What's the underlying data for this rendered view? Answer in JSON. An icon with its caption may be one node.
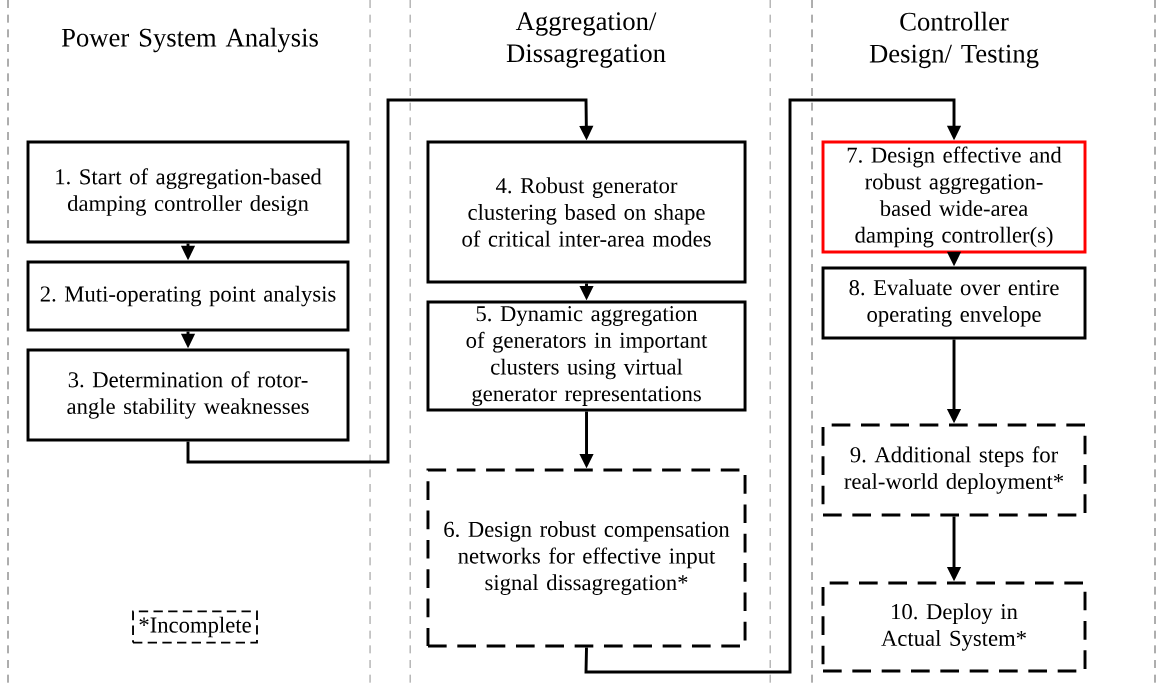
{
  "diagram": {
    "nodes": [
      {
        "text": [
          "1. Start of aggregation-based damping controller design"
        ]
      },
      {
        "text": [
          "2. Muti-operating point analysis"
        ]
      },
      {
        "text": [
          "3. Determination of rotor-angle stability weaknesses"
        ]
      },
      {
        "text": [
          "4. Robust generator clustering based on shape of critical inter-area modes"
        ]
      },
      {
        "text": [
          "5. Dynamic aggregation of generators in important clusters using virtual generator representations"
        ]
      },
      {
        "text": [
          "6. Design robust compensation networks for effective input signal dissagregation*"
        ]
      },
      {
        "text": [
          "7. Design effective and robust aggregation-based wide-area damping controller(s)"
        ]
      },
      {
        "text": [
          "8. Evaluate over entire operating envelope"
        ]
      },
      {
        "text": [
          "9. Additional steps for real-world deployment*"
        ]
      },
      {
        "text": [
          "10. Deploy in Actual System*"
        ]
      }
    ],
    "edges": [
      {
        "from": 0,
        "to": 1,
        "arrow": "to"
      },
      {
        "from": 1,
        "to": 2,
        "arrow": "to"
      },
      {
        "from": 2,
        "to": 3,
        "arrow": "to"
      },
      {
        "from": 3,
        "to": 4,
        "arrow": "to"
      },
      {
        "from": 4,
        "to": 5,
        "arrow": "to"
      },
      {
        "from": 5,
        "to": 6,
        "arrow": "to"
      },
      {
        "from": 6,
        "to": 7,
        "arrow": "to"
      },
      {
        "from": 7,
        "to": 8,
        "arrow": "to"
      },
      {
        "from": 8,
        "to": 9,
        "arrow": "to"
      }
    ],
    "labels": [
      "Power System Analysis",
      "Aggregation/ Dissagregation",
      "Controller Design/ Testing"
    ],
    "legend": [
      {
        "text": "*Incomplete"
      }
    ]
  }
}
